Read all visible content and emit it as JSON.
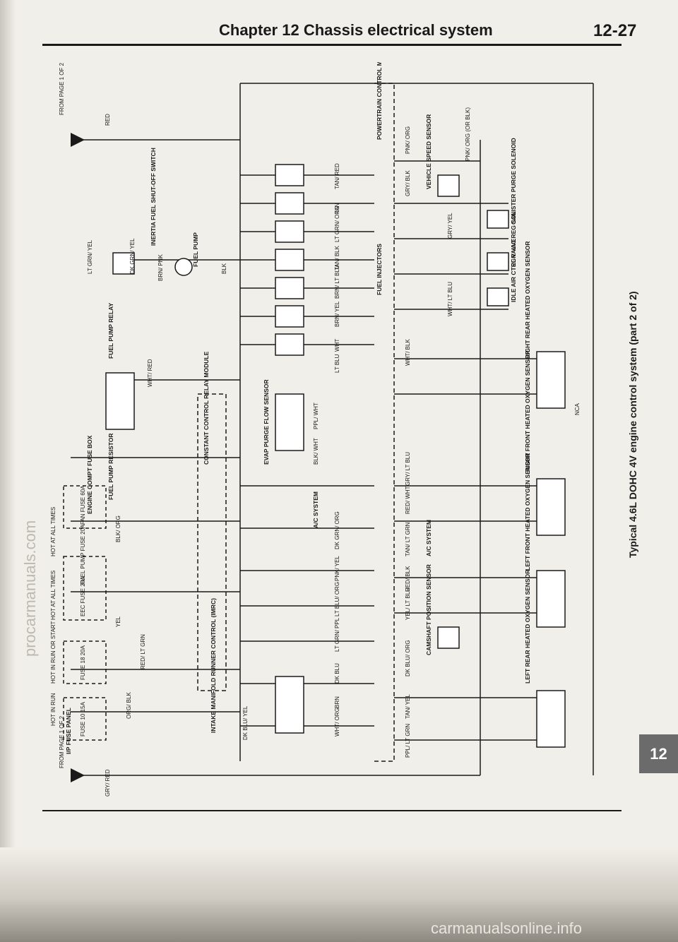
{
  "header": {
    "chapter_title": "Chapter 12 Chassis electrical system",
    "page_number": "12-27"
  },
  "caption": "Typical 4.6L DOHC 4V engine control system (part 2 of 2)",
  "chapter_tab": "12",
  "watermarks": {
    "side": "procarmanuals.com",
    "bottom": "carmanualsonline.info"
  },
  "diagram": {
    "refs": {
      "from_page_top": "FROM PAGE 1 OF 2",
      "from_page_bottom": "FROM PAGE 1 OF 2"
    },
    "components": {
      "pcm": "POWERTRAIN CONTROL MODULE",
      "fuel_injectors": "FUEL INJECTORS",
      "inertia_switch": "INERTIA FUEL SHUT-OFF SWITCH",
      "fuel_pump": "FUEL PUMP",
      "fuel_pump_relay": "FUEL PUMP RELAY",
      "fuel_pump_resistor": "FUEL PUMP RESISTOR",
      "ccrm": "CONSTANT CONTROL RELAY MODULE",
      "evap_sensor": "EVAP PURGE FLOW SENSOR",
      "imrc": "INTAKE MANIFOLD RUNNER CONTROL (IMRC)",
      "vss": "VEHICLE SPEED SENSOR",
      "canister_purge": "CANISTER PURGE SOLENOID",
      "egr_vac": "EGR VAC REG SOL",
      "iac": "IDLE AIR CTRL VALVE",
      "ho2s_rr": "RIGHT REAR HEATED OXYGEN SENSOR",
      "ho2s_rf": "RIGHT FRONT HEATED OXYGEN SENSOR",
      "ho2s_lf": "LEFT FRONT HEATED OXYGEN SENSOR",
      "ho2s_lr": "LEFT REAR HEATED OXYGEN SENSOR",
      "cmp": "CAMSHAFT POSITION SENSOR",
      "ac_system_1": "A/C SYSTEM",
      "ac_system_2": "A/C SYSTEM",
      "engine_fuse_box": "ENGINE COMPT FUSE BOX",
      "ip_fuse_panel": "I/P FUSE PANEL"
    },
    "fuses": {
      "hot_run": "HOT IN RUN",
      "hot_run_start": "HOT IN RUN OR START",
      "hot_all_1": "HOT AT ALL TIMES",
      "hot_all_2": "HOT AT ALL TIMES",
      "fuse_10": "FUSE 10 15A",
      "fuse_18": "FUSE 18 20A",
      "eec_fuse": "EEC FUSE 20A",
      "fuel_pump_fuse": "FUEL PUMP FUSE 20A",
      "fan_fuse": "FAN FUSE 60A"
    },
    "wires": {
      "red": "RED",
      "gry_red": "GRY/ RED",
      "org_blk": "ORG/ BLK",
      "red_lt_grn": "RED/ LT GRN",
      "yel": "YEL",
      "blk_org": "BLK/ ORG",
      "lt_grn_yel": "LT GRN/ YEL",
      "dk_grn_yel": "DK GRN/ YEL",
      "brn_pnk": "BRN/ PNK",
      "blk": "BLK",
      "wht_red": "WHT/ RED",
      "tan_red": "TAN/ RED",
      "tan": "TAN",
      "lt_grn_org": "LT GRN/ ORG",
      "tan_blk": "TAN/ BLK",
      "brn_lt_blu": "BRN/ LT BLU",
      "brn_yel": "BRN/ YEL",
      "wht": "WHT",
      "lt_blu": "LT BLU",
      "ppl_wht": "PPL/ WHT",
      "blk_wht": "BLK/ WHT",
      "dk_grn_org": "DK GRN/ ORG",
      "pnk_yel": "PNK/ YEL",
      "lt_blu_org": "LT BLU/ ORG",
      "lt_grn_ppl": "LT GRN/ PPL",
      "dk_blu": "DK BLU",
      "dk_blu_yel": "DK BLU/ YEL",
      "wht_org": "WHT/ ORG",
      "brn": "BRN",
      "pnk_org": "PNK/ ORG",
      "pnk_org_blk": "PNK/ ORG (OR BLK)",
      "gry_blk": "GRY/ BLK",
      "gry_yel": "GRY/ YEL",
      "wht_lt_blu": "WHT/ LT BLU",
      "wht_blk": "WHT/ BLK",
      "red_wht": "RED/ WHT",
      "gry_lt_blu": "GRY/ LT BLU",
      "tan_lt_grn": "TAN/ LT GRN",
      "red_blk": "RED/ BLK",
      "yel_lt_blu": "YEL/ LT BLU",
      "dk_blu_org": "DK BLU/ ORG",
      "tan_yel": "TAN/ YEL",
      "ppl_lt_grn": "PPL/ LT GRN",
      "nca": "NCA"
    }
  }
}
